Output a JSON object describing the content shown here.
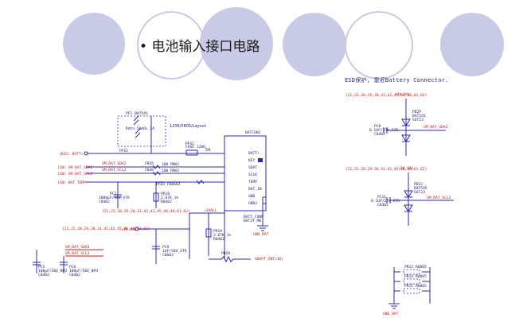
{
  "slide": {
    "title": "• 电池输入接口电路",
    "esd_note": "ESD保护, 靠近Battery Connector."
  },
  "schematic": {
    "layout_note": "1206/0805/Layout",
    "connector": {
      "ref": "BATCON1",
      "pins": [
        "BATT+",
        "KEY",
        "SDAT",
        "SCLK",
        "TEMP",
        "BAT_IN",
        "GND",
        "GND2"
      ],
      "footnote": "BATT_CONN",
      "footnote2": "BAT3T_M0"
    },
    "nets": {
      "battplus": "(B15)  BATT+",
      "smb_sda": "SM_BAT_SDA2",
      "smb_scl": "SM_BAT_SCL2",
      "bus_sda": "(30) SM_BAT_SDA2",
      "bus_scl": "(30) SM_BAT_SCL2",
      "bat_temp": "(30)  BAT_TEMP",
      "power_label": "5A",
      "chgr_fuse": "PFS1",
      "mid_nets": "(21,22,28,29,30,31,41,42,45,46,48,61,62)",
      "lower_nets": "(21,22,28,29,30,31,41,42,45,46,48,61,62)",
      "v3al": "+3VALL",
      "v3al_left": "+3V_VAL",
      "gnd": "GND_BAT",
      "gnd_r": "GND_BAT",
      "smbat_sda3": "SM_BAT_SDA3",
      "smbat_scl3": "SM_BAT_SCL3",
      "adapt_in": "ADAPT_INT(30)",
      "esd_top_nets": "(21,22,28,29,30,41,42,45,46,48,61,62)",
      "esd_mid_nets": "(21,22,28,29,30,41,42,45,46,48,61,62)",
      "esd_top_net": "SM_BAT_SDA2",
      "esd_mid_net": "SM_BAT_SCL2",
      "esd_top_rail": "+3V_VAL",
      "esd_mid_rail": "+3V_VAL"
    },
    "parts": {
      "pfs_top": "PF1 BAT54S",
      "pfs_note": "Rdtn 50mRL 3A",
      "fuse": "PFS1",
      "fuse_note": "FUSE 1206",
      "ferrite1": "FB45",
      "ferrite2": "FB46",
      "ferrite3": "PFB3 FB0603",
      "r1": "PR2",
      "r1_val": "100 RMA2",
      "r2": "PR3",
      "r2_val": "100 RMA2",
      "c1": "PC7",
      "c1_val": "1000pF/50V_X7R",
      "c1_pkg": "C0402",
      "r3": "PR18",
      "r3_val": "2.67K_1%",
      "r3_pkg": "R0402",
      "c2": "PC9",
      "c2_val": "1UF/50V_X7R",
      "c2_pkg": "C0603",
      "r4": "PR19",
      "r4_val": "2.67K_1%",
      "r4_pkg": "R0402",
      "r5": "PR20",
      "c3": "PC5",
      "c3_val": "100pF/50V_NPO",
      "c3_pkg": "C0402",
      "c4": "PC6",
      "c4_val": "100pF/50V_NPO",
      "c4_pkg": "C0402",
      "d1": "PD2P",
      "d1_val": "BAT54S",
      "d1_pkg": "SOT23",
      "c5": "PC8",
      "c5_val": "0.1UF/25V_X7R",
      "c5_pkg": "C0402",
      "d2": "PD22",
      "d2_val": "BAT54S",
      "d2_pkg": "SOT23",
      "c6": "PC11",
      "c6_val": "0.1UF/25V_X7R",
      "c6_pkg": "C0402",
      "rn1": "PR13",
      "rn1_val": "R0805",
      "rn2": "PR14",
      "rn2_val": "R0805",
      "rn3": "PR15",
      "rn3_val": "R0805"
    }
  }
}
